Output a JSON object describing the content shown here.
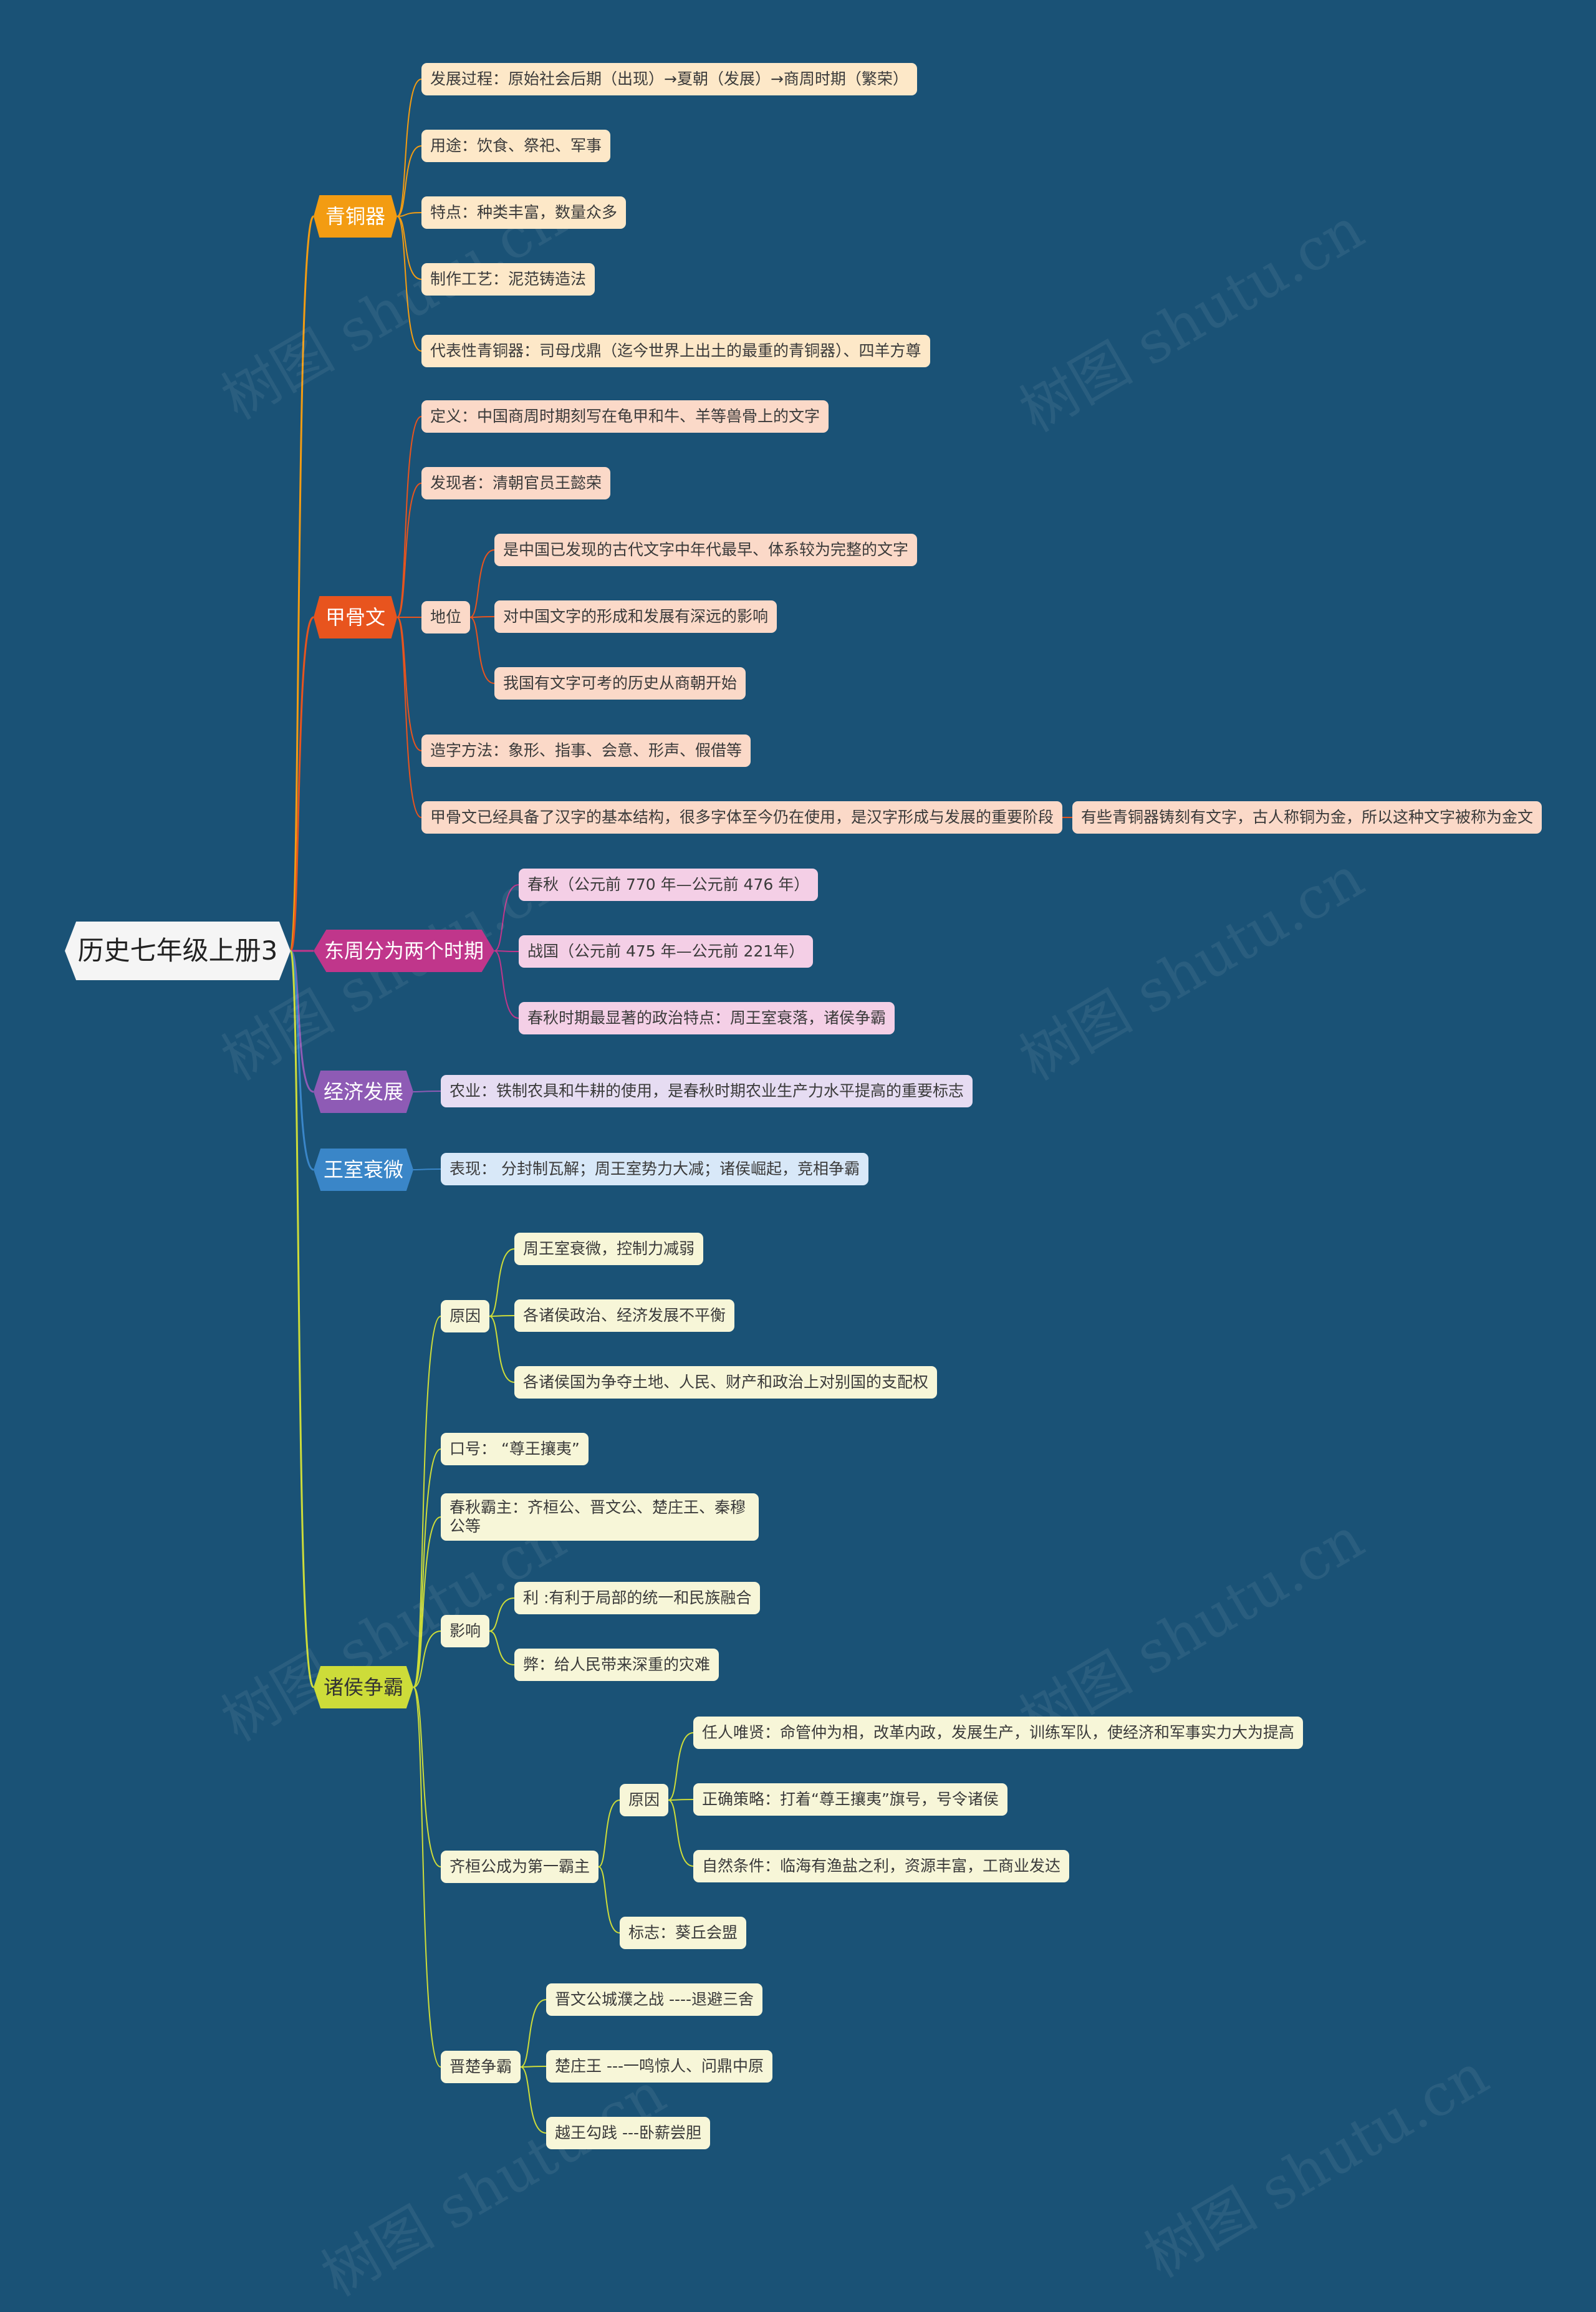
{
  "root": "历史七年级上册3",
  "watermark": "树图 shutu.cn",
  "colors": {
    "background": "#1a5276",
    "bronze": "#f39c12",
    "oracle": "#e8541e",
    "zhou": "#c0368b",
    "economy": "#8e5bb5",
    "royal": "#3a86c8",
    "lords": "#cddc39"
  },
  "branches": {
    "bronze": {
      "title": "青铜器",
      "items": [
        "发展过程：原始社会后期（出现）→夏朝（发展）→商周时期（繁荣）",
        "用途：饮食、祭祀、军事",
        "特点：种类丰富，数量众多",
        "制作工艺：泥范铸造法",
        "代表性青铜器：司母戊鼎（迄今世界上出土的最重的青铜器）、四羊方尊"
      ]
    },
    "oracle": {
      "title": "甲骨文",
      "definition": "定义：中国商周时期刻写在龟甲和牛、羊等兽骨上的文字",
      "discoverer": "发现者：清朝官员王懿荣",
      "status_label": "地位",
      "status_items": [
        "是中国已发现的古代文字中年代最早、体系较为完整的文字",
        "对中国文字的形成和发展有深远的影响",
        "我国有文字可考的历史从商朝开始"
      ],
      "method": "造字方法：象形、指事、会意、形声、假借等",
      "structure": "甲骨文已经具备了汉字的基本结构，很多字体至今仍在使用，是汉字形成与发展的重要阶段",
      "bronze_script": "有些青铜器铸刻有文字，古人称铜为金，所以这种文字被称为金文"
    },
    "zhou": {
      "title": "东周分为两个时期",
      "items": [
        "春秋（公元前 770 年—公元前 476 年）",
        "战国（公元前 475 年—公元前 221年）",
        "春秋时期最显著的政治特点：周王室衰落，诸侯争霸"
      ]
    },
    "economy": {
      "title": "经济发展",
      "item": "农业：铁制农具和牛耕的使用，是春秋时期农业生产力水平提高的重要标志"
    },
    "royal": {
      "title": "王室衰微",
      "item": "表现： 分封制瓦解；周王室势力大减；诸侯崛起，竞相争霸"
    },
    "lords": {
      "title": "诸侯争霸",
      "cause_label": "原因",
      "causes": [
        "周王室衰微，控制力减弱",
        "各诸侯政治、经济发展不平衡",
        "各诸侯国为争夺土地、人民、财产和政治上对别国的支配权"
      ],
      "slogan": "口号： “尊王攘夷”",
      "hegemons": "春秋霸主：齐桓公、晋文公、楚庄王、秦穆公等",
      "impact_label": "影响",
      "impacts": [
        "利 :有利于局部的统一和民族融合",
        "弊：给人民带来深重的灾难"
      ],
      "qi_label": "齐桓公成为第一霸主",
      "qi_cause_label": "原因",
      "qi_causes": [
        "任人唯贤：命管仲为相，改革内政，发展生产，训练军队，使经济和军事实力大为提高",
        "正确策略：打着“尊王攘夷”旗号，号令诸侯",
        "自然条件：临海有渔盐之利，资源丰富，工商业发达"
      ],
      "qi_sign": "标志：葵丘会盟",
      "jinchu_label": "晋楚争霸",
      "jinchu": [
        "晋文公城濮之战 ----退避三舍",
        "楚庄王 ---一鸣惊人、问鼎中原",
        "越王勾践 ---卧薪尝胆"
      ]
    }
  }
}
